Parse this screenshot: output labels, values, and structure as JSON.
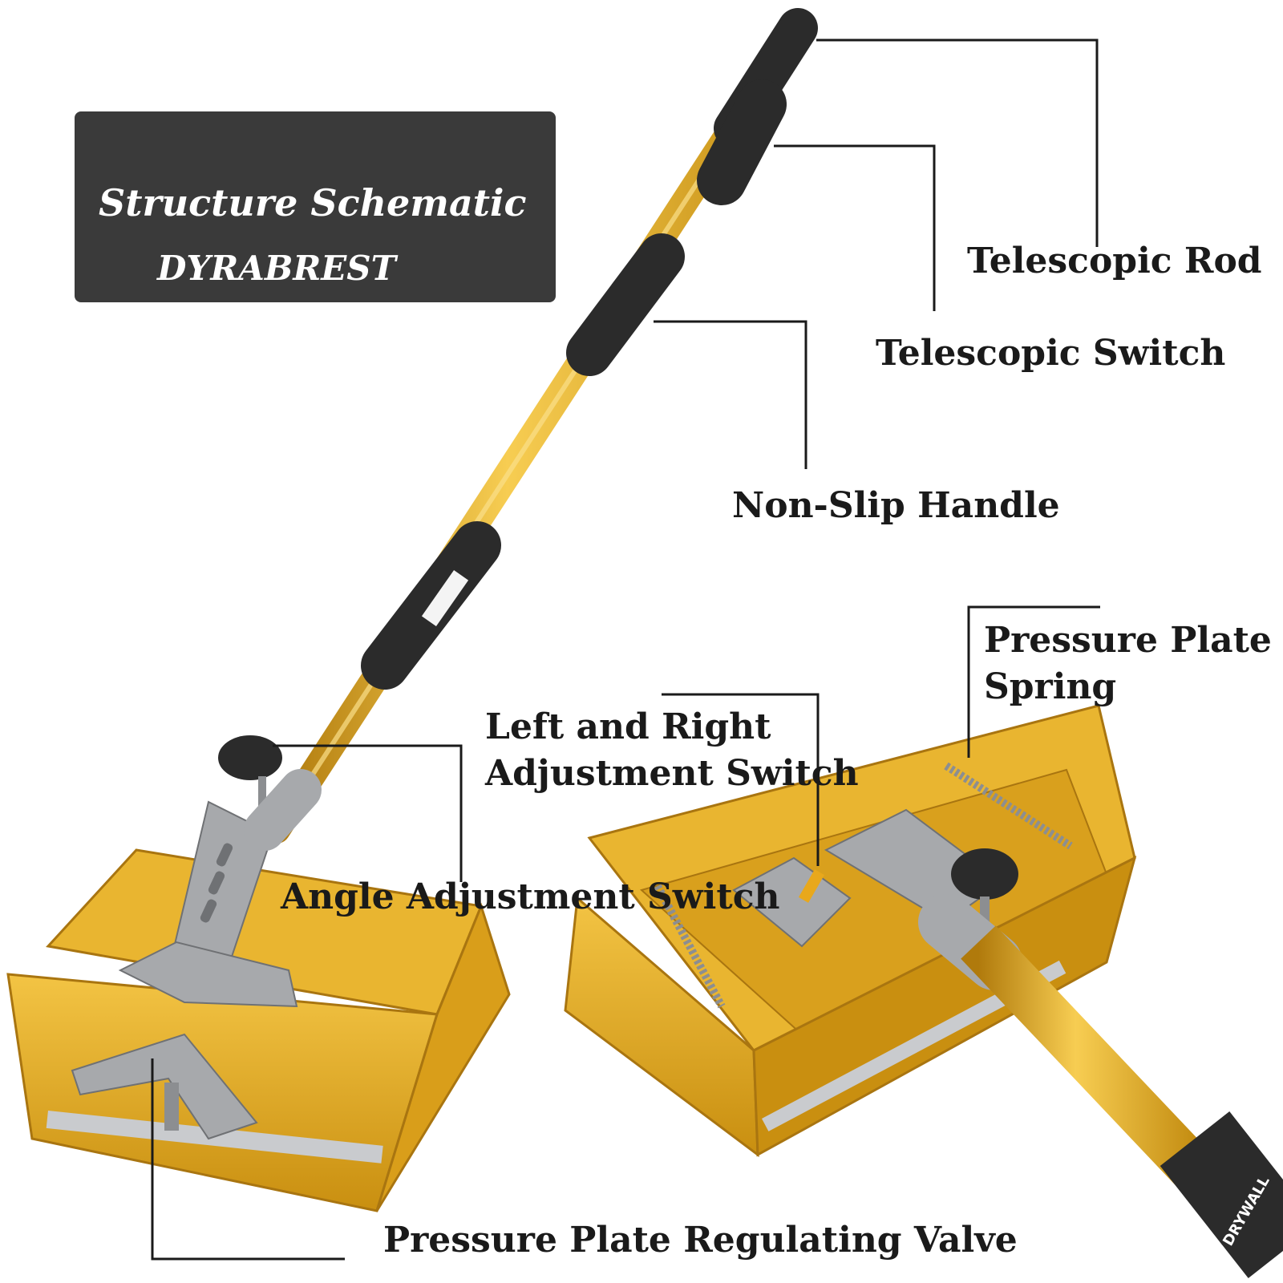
{
  "title_box": {
    "line1": "Structure Schematic",
    "line2": "DYRABREST",
    "bg_color": "#3a3a3a"
  },
  "colors": {
    "gold": "#e8a81c",
    "gold_dark": "#b07a0c",
    "gold_light": "#f7cd52",
    "grip": "#2b2b2b",
    "metal": "#a7a9ac",
    "leader_line": "#1a1a1a"
  },
  "callouts": [
    {
      "id": "telescopic-rod",
      "lines": [
        "Telescopic Rod"
      ]
    },
    {
      "id": "telescopic-switch",
      "lines": [
        "Telescopic Switch"
      ]
    },
    {
      "id": "non-slip-handle",
      "lines": [
        "Non-Slip Handle"
      ]
    },
    {
      "id": "pressure-plate-spring",
      "lines": [
        "Pressure Plate",
        "Spring"
      ]
    },
    {
      "id": "left-right-adjustment-switch",
      "lines": [
        "Left and Right",
        "Adjustment Switch"
      ]
    },
    {
      "id": "angle-adjustment-switch",
      "lines": [
        "Angle Adjustment Switch"
      ]
    },
    {
      "id": "pressure-plate-regulating-valve",
      "lines": [
        "Pressure Plate Regulating Valve"
      ]
    }
  ],
  "handle_print": "DRYWALL"
}
